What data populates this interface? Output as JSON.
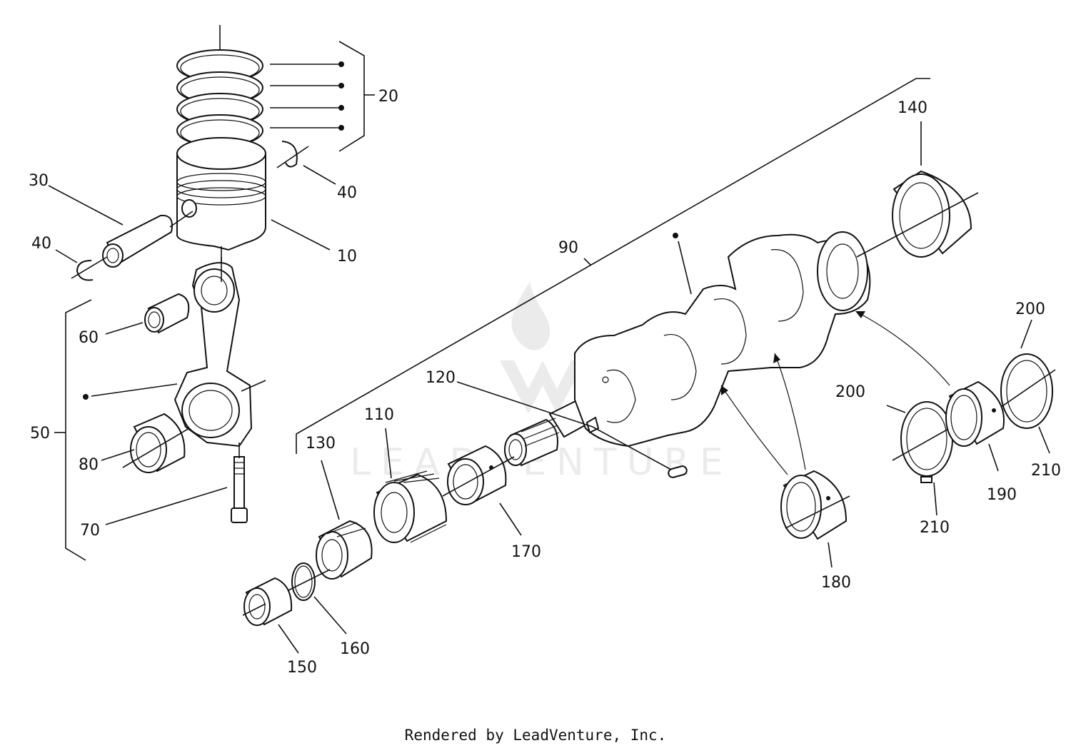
{
  "diagram": {
    "callouts": {
      "c10": "10",
      "c20": "20",
      "c30": "30",
      "c40a": "40",
      "c40b": "40",
      "c50": "50",
      "c60": "60",
      "c70": "70",
      "c80": "80",
      "c90": "90",
      "c110": "110",
      "c120": "120",
      "c130": "130",
      "c140": "140",
      "c150": "150",
      "c160": "160",
      "c170": "170",
      "c180": "180",
      "c190": "190",
      "c200a": "200",
      "c200b": "200",
      "c210a": "210",
      "c210b": "210"
    },
    "watermark_text": "LEADVENTURE"
  },
  "footer": {
    "credit": "Rendered by LeadVenture, Inc."
  }
}
